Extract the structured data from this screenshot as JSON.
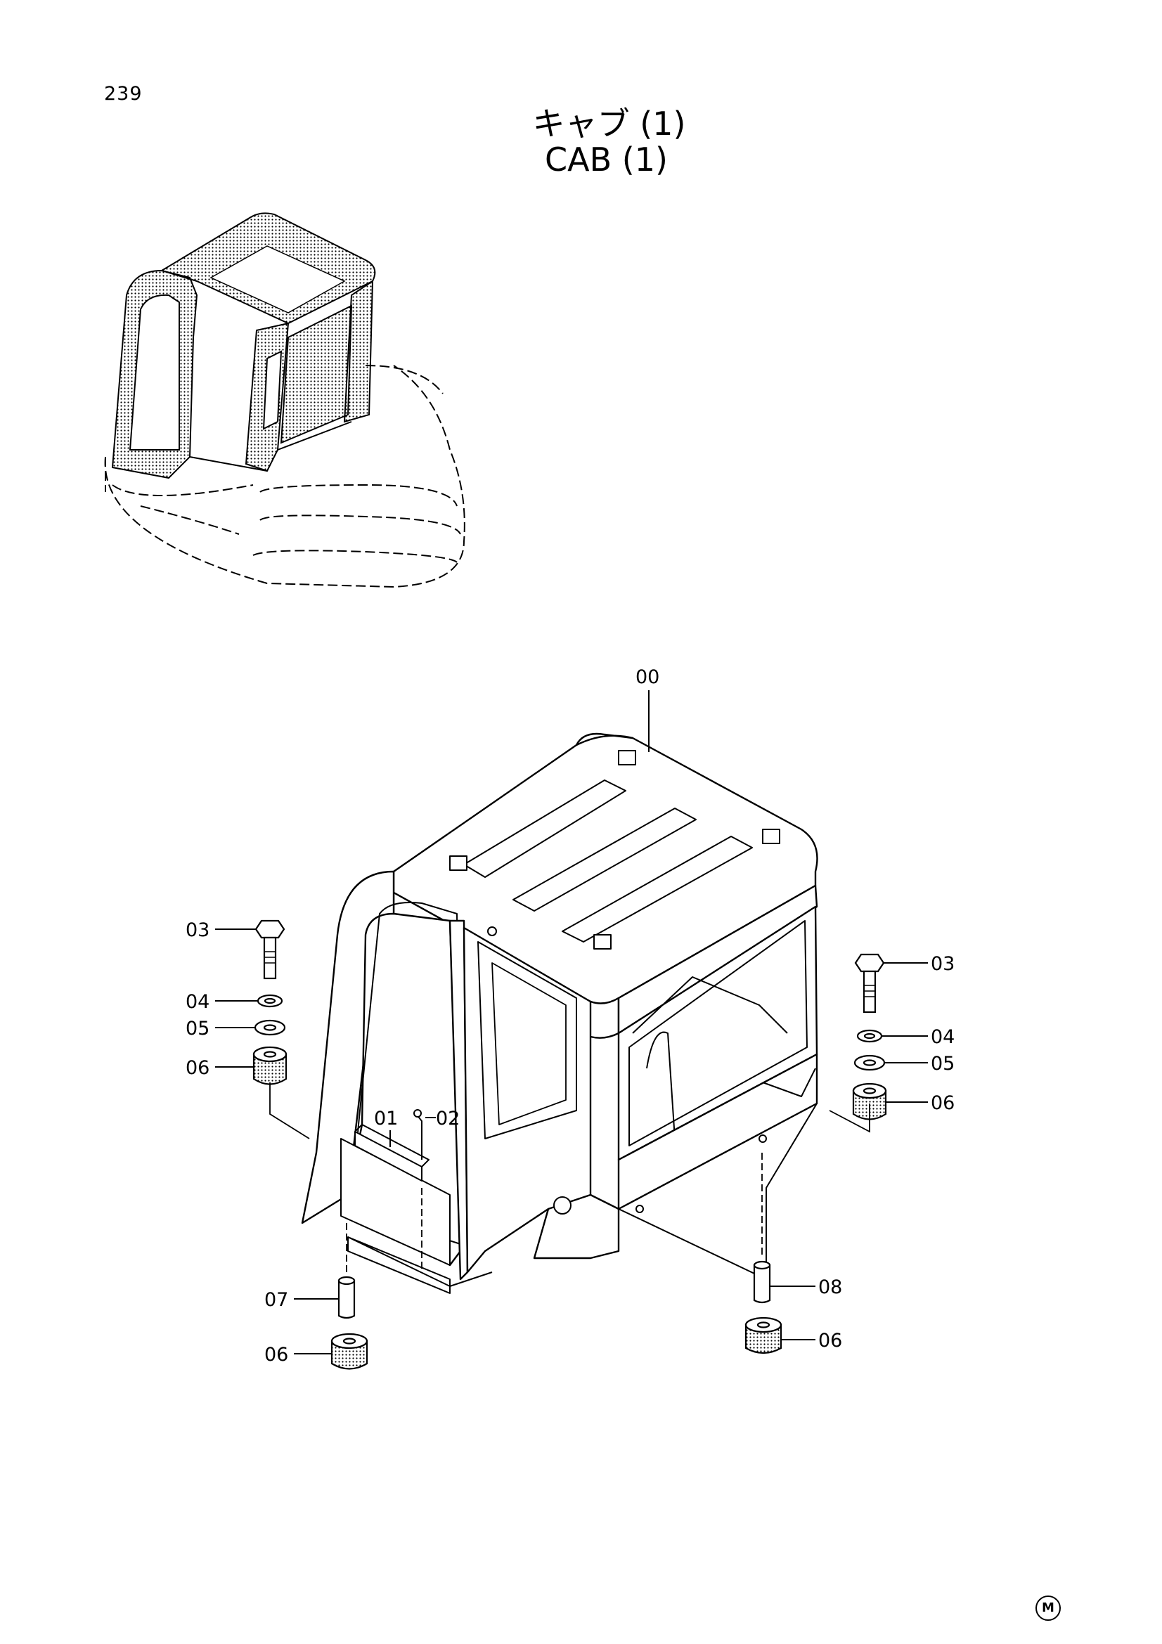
{
  "page_number": "239",
  "title_jp": "キャブ (1)",
  "title_en": "CAB (1)",
  "callouts": {
    "c00": "00",
    "c01": "01",
    "c02": "02",
    "c03_left": "03",
    "c04_left": "04",
    "c05_left": "05",
    "c06_left": "06",
    "c03_right": "03",
    "c04_right": "04",
    "c05_right": "05",
    "c06_right": "06",
    "c07": "07",
    "c06_bottom_left": "06",
    "c08": "08",
    "c06_bottom_right": "06"
  },
  "mark": "M"
}
